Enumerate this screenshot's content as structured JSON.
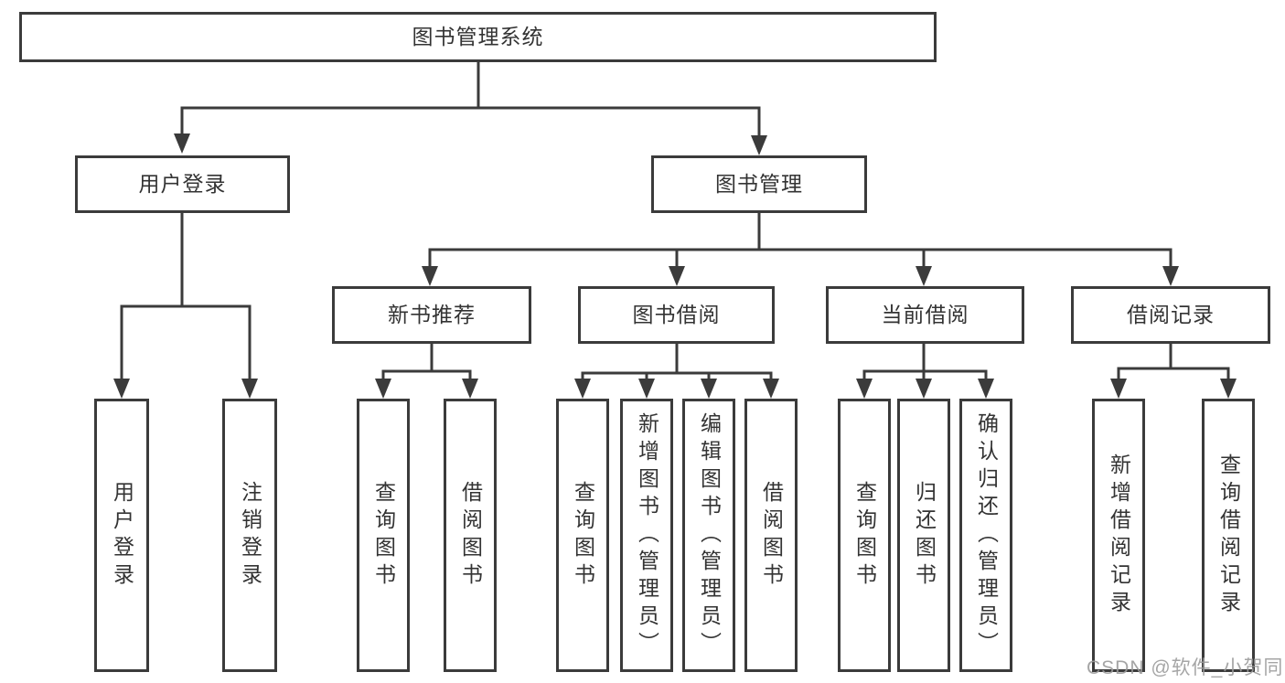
{
  "diagram": {
    "root": {
      "label": "图书管理系统",
      "children": [
        {
          "label": "用户登录",
          "children": [
            {
              "label": "用户登录"
            },
            {
              "label": "注销登录"
            }
          ]
        },
        {
          "label": "图书管理",
          "children": [
            {
              "label": "新书推荐",
              "children": [
                {
                  "label": "查询图书"
                },
                {
                  "label": "借阅图书"
                }
              ]
            },
            {
              "label": "图书借阅",
              "children": [
                {
                  "label": "查询图书"
                },
                {
                  "label": "新增图书（管理员）"
                },
                {
                  "label": "编辑图书（管理员）"
                },
                {
                  "label": "借阅图书"
                }
              ]
            },
            {
              "label": "当前借阅",
              "children": [
                {
                  "label": "查询图书"
                },
                {
                  "label": "归还图书"
                },
                {
                  "label": "确认归还（管理员）"
                }
              ]
            },
            {
              "label": "借阅记录",
              "children": [
                {
                  "label": "新增借阅记录"
                },
                {
                  "label": "查询借阅记录"
                }
              ]
            }
          ]
        }
      ]
    }
  },
  "watermark": {
    "text": "CSDN @软件_小贺同学"
  },
  "colors": {
    "line": "#3b3b3b",
    "text": "#333333",
    "background": "#ffffff",
    "watermark": "#9c9c9c"
  }
}
